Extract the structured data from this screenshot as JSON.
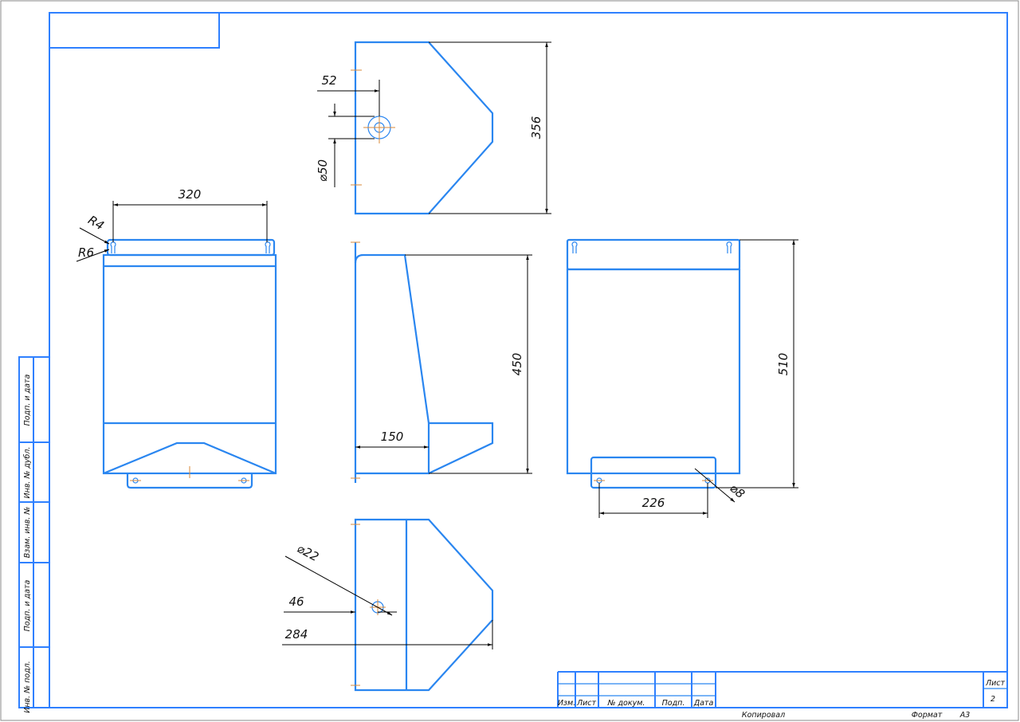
{
  "sheet": {
    "copied_label": "Копировал",
    "format_label": "Формат",
    "format_value": "A3",
    "sheet_label": "Лист",
    "sheet_number": "2"
  },
  "title_block_headers": [
    "Изм.",
    "Лист",
    "№ докум.",
    "Подп.",
    "Дата"
  ],
  "side_stamp": [
    "Инв. № подл.",
    "Подп. и дата",
    "Взам. инв. №",
    "Инв. № дубл.",
    "Подп. и дата"
  ],
  "dimensions": {
    "top_view": {
      "offset": "52",
      "hole_diameter": "⌀50",
      "height": "356"
    },
    "front_view": {
      "width": "320",
      "radius_top": "R4",
      "radius_bottom": "R6"
    },
    "side_view": {
      "depth": "150",
      "height": "450"
    },
    "rear_view": {
      "height": "510",
      "hole_spacing": "226",
      "hole_diameter": "⌀8"
    },
    "bottom_view": {
      "hole_diameter": "⌀22",
      "offset": "46",
      "length": "284"
    }
  },
  "colors": {
    "outline": "#2a86f0",
    "frame": "#2f80ff",
    "dimension": "#000000",
    "centerline": "#d98a3a"
  }
}
